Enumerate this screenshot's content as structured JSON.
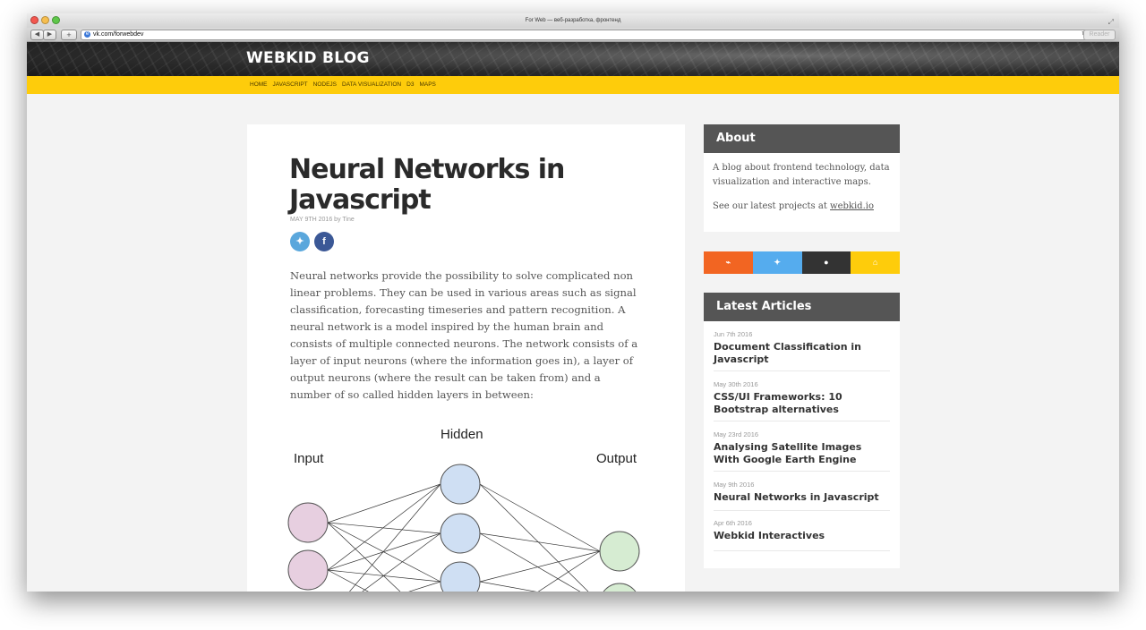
{
  "window": {
    "title": "For Web — веб-разработка, фронтенд",
    "url": "vk.com/forwebdev",
    "reader_label": "Reader",
    "reload_glyph": "↻",
    "add_tab_glyph": "+",
    "back_glyph": "◀",
    "forward_glyph": "▶"
  },
  "site": {
    "brand": "WEBKID BLOG",
    "nav": [
      "HOME",
      "JAVASCRIPT",
      "NODEJS",
      "DATA VISUALIZATION",
      "D3",
      "MAPS"
    ],
    "accent_color": "#fecc0b"
  },
  "article": {
    "title": "Neural Networks in Javascript",
    "date": "MAY 9TH 2016",
    "by": "by",
    "author": "Tine",
    "share": {
      "twitter_icon": "twitter-icon",
      "facebook_icon": "facebook-icon"
    },
    "body": "Neural networks provide the possibility to solve complicated non linear problems. They can be used in various areas such as signal classification, forecasting timeseries and pattern recognition. A neural network is a model inspired by the human brain and consists of multiple connected neurons. The network consists of a layer of input neurons (where the information goes in), a layer of output neurons (where the result can be taken from) and a number of so called hidden layers in between:",
    "figure": {
      "label_input": "Input",
      "label_hidden": "Hidden",
      "label_output": "Output",
      "input_color": "#e7cfe0",
      "hidden_color": "#cfdff3",
      "output_color": "#d6ecd2"
    }
  },
  "sidebar": {
    "about": {
      "heading": "About",
      "text": "A blog about frontend technology, data visualization and interactive maps.",
      "projects_prefix": "See our latest projects at",
      "projects_link": "webkid.io"
    },
    "socials": [
      {
        "icon": "rss-icon",
        "glyph": "⌁",
        "color": "#f26522"
      },
      {
        "icon": "twitter-icon",
        "glyph": "✦",
        "color": "#55acee"
      },
      {
        "icon": "github-icon",
        "glyph": "●",
        "color": "#333333"
      },
      {
        "icon": "home-icon",
        "glyph": "⌂",
        "color": "#fecc0b"
      }
    ],
    "latest": {
      "heading": "Latest Articles",
      "items": [
        {
          "date": "Jun 7th 2016",
          "title": "Document Classification in Javascript"
        },
        {
          "date": "May 30th 2016",
          "title": "CSS/UI Frameworks: 10 Bootstrap alternatives"
        },
        {
          "date": "May 23rd 2016",
          "title": "Analysing Satellite Images With Google Earth Engine"
        },
        {
          "date": "May 9th 2016",
          "title": "Neural Networks in Javascript"
        },
        {
          "date": "Apr 6th 2016",
          "title": "Webkid Interactives"
        }
      ]
    }
  }
}
